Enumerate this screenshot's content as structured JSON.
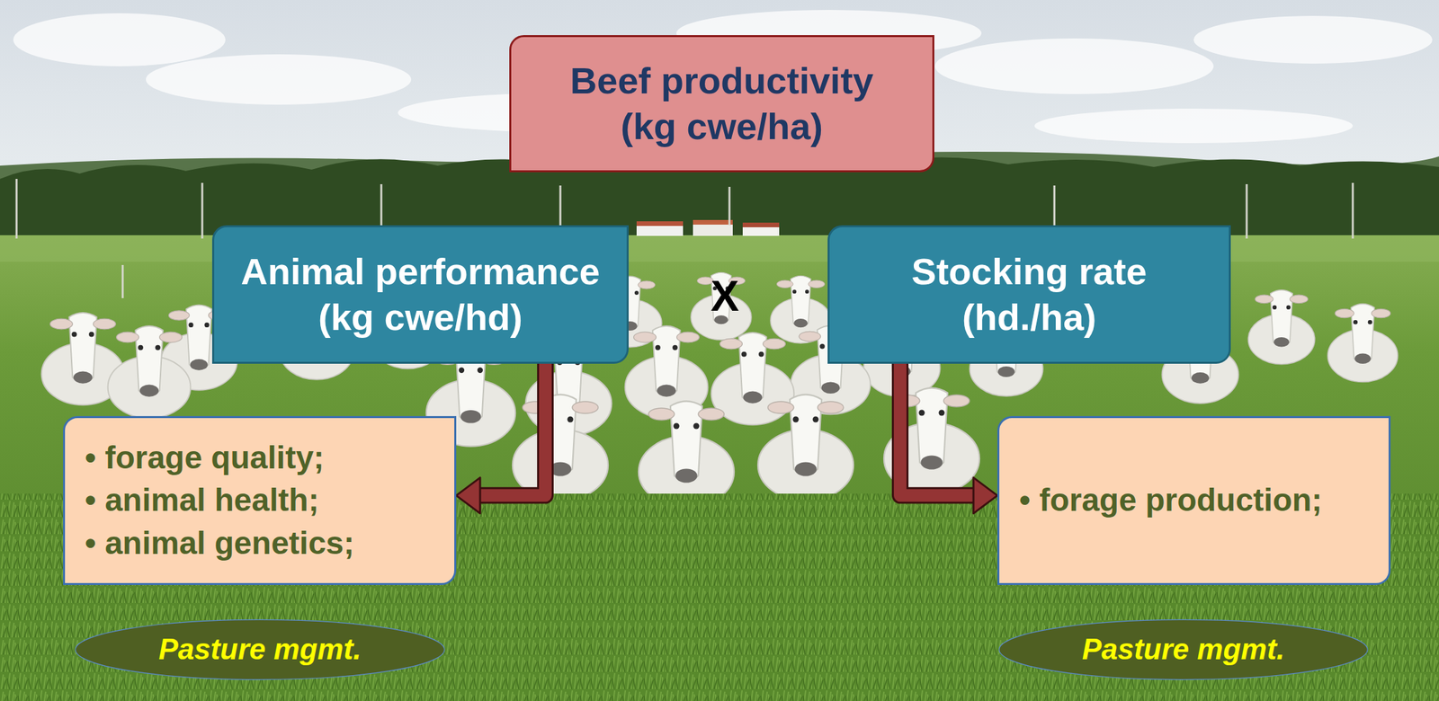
{
  "diagram": {
    "nodes": [
      {
        "text": [
          "Beef productivity (kg cwe/ha)"
        ]
      },
      {
        "text": [
          "Animal performance (kg cwe/hd)"
        ]
      },
      {
        "text": [
          "Stocking rate (hd./ha)"
        ]
      },
      {
        "text": [
          "• forage quality;",
          "• animal health;",
          "• animal genetics;"
        ]
      },
      {
        "text": [
          "• forage production;"
        ]
      },
      {
        "text": [
          "Pasture mgmt."
        ]
      },
      {
        "text": [
          "Pasture mgmt."
        ]
      }
    ],
    "edges": [
      {
        "from": 1,
        "to": 3,
        "arrow": "to"
      },
      {
        "from": 2,
        "to": 4,
        "arrow": "to"
      }
    ],
    "labels": [
      "X"
    ]
  }
}
